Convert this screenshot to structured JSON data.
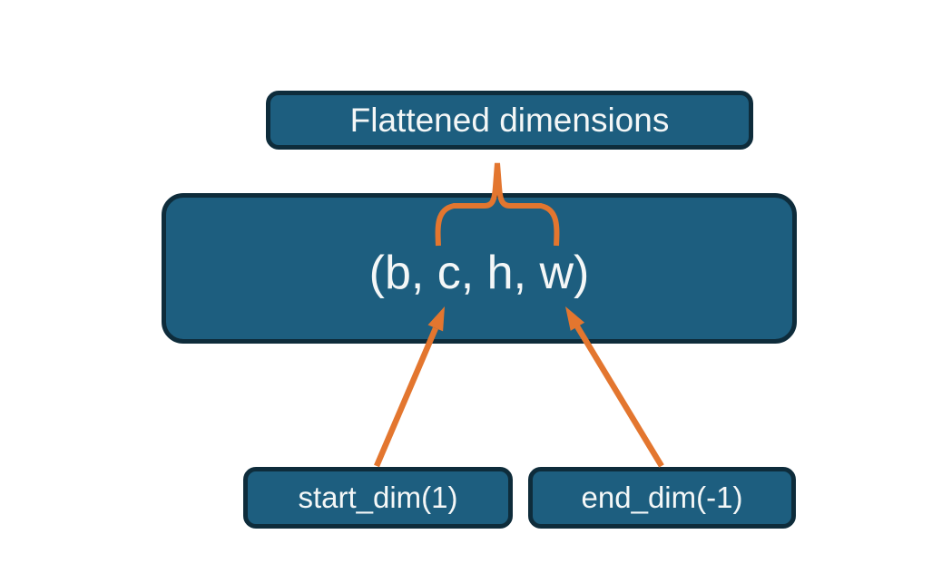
{
  "background_color": "#ffffff",
  "palette": {
    "node_fill": "#1d5e7f",
    "node_border": "#0e2c3b",
    "node_text": "#f4f7f7",
    "accent": "#e3762f"
  },
  "nodes": {
    "flattened_label": "Flattened dimensions",
    "tensor_shape": "(b, c, h, w)",
    "start_dim": "start_dim(1)",
    "end_dim": "end_dim(-1)"
  },
  "shapes": {
    "brace": {
      "name": "flatten-span-brace-icon",
      "description": "orange curly brace spanning the c, h, w dimensions, peak pointing up to the Flattened dimensions box",
      "color": "#e3762f"
    },
    "left_arrow": {
      "name": "start-dim-arrow-icon",
      "description": "orange arrow from start_dim(1) box pointing at dimension c",
      "color": "#e3762f"
    },
    "right_arrow": {
      "name": "end-dim-arrow-icon",
      "description": "orange arrow from end_dim(-1) box pointing at dimension w",
      "color": "#e3762f"
    }
  }
}
